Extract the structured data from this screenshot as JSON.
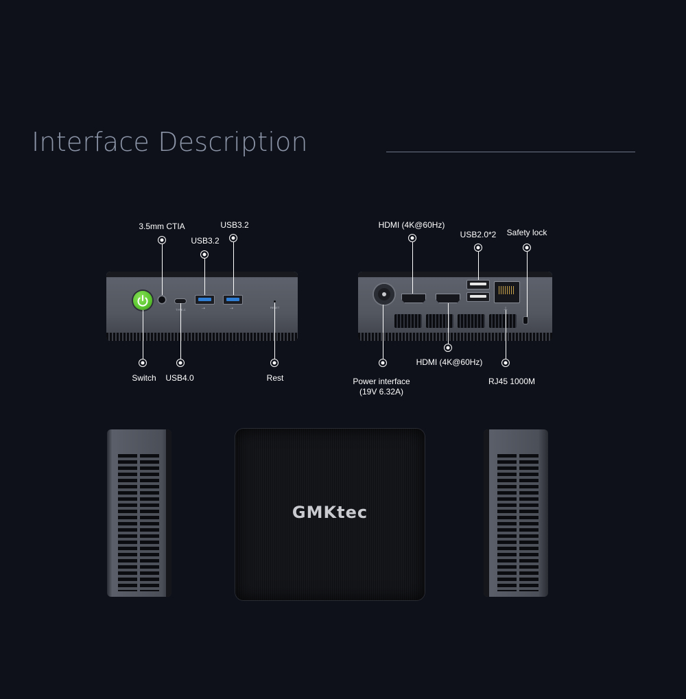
{
  "header": {
    "title": "Interface Description"
  },
  "front_panel": {
    "labels": {
      "audio": "3.5mm CTIA",
      "usb32_right": "USB3.2",
      "usb32_left": "USB3.2",
      "switch": "Switch",
      "usb40": "USB4.0",
      "reset": "Rest"
    },
    "silkscreen": {
      "type_c": "TYPE-C",
      "reset": "RESET"
    },
    "colors": {
      "power_button": "#5cc730",
      "usb3_insert": "#2e7ed6"
    }
  },
  "rear_panel": {
    "labels": {
      "hdmi_top": "HDMI (4K@60Hz)",
      "usb20": "USB2.0*2",
      "safety_lock": "Safety lock",
      "hdmi_bottom": "HDMI (4K@60Hz)",
      "power_line1": "Power interface",
      "power_line2": "(19V 6.32A)",
      "rj45": "RJ45 1000M"
    }
  },
  "top_view": {
    "logo": "GMKtec"
  },
  "icons": [
    "power-icon",
    "usb-icon",
    "lock-icon",
    "network-icon"
  ]
}
